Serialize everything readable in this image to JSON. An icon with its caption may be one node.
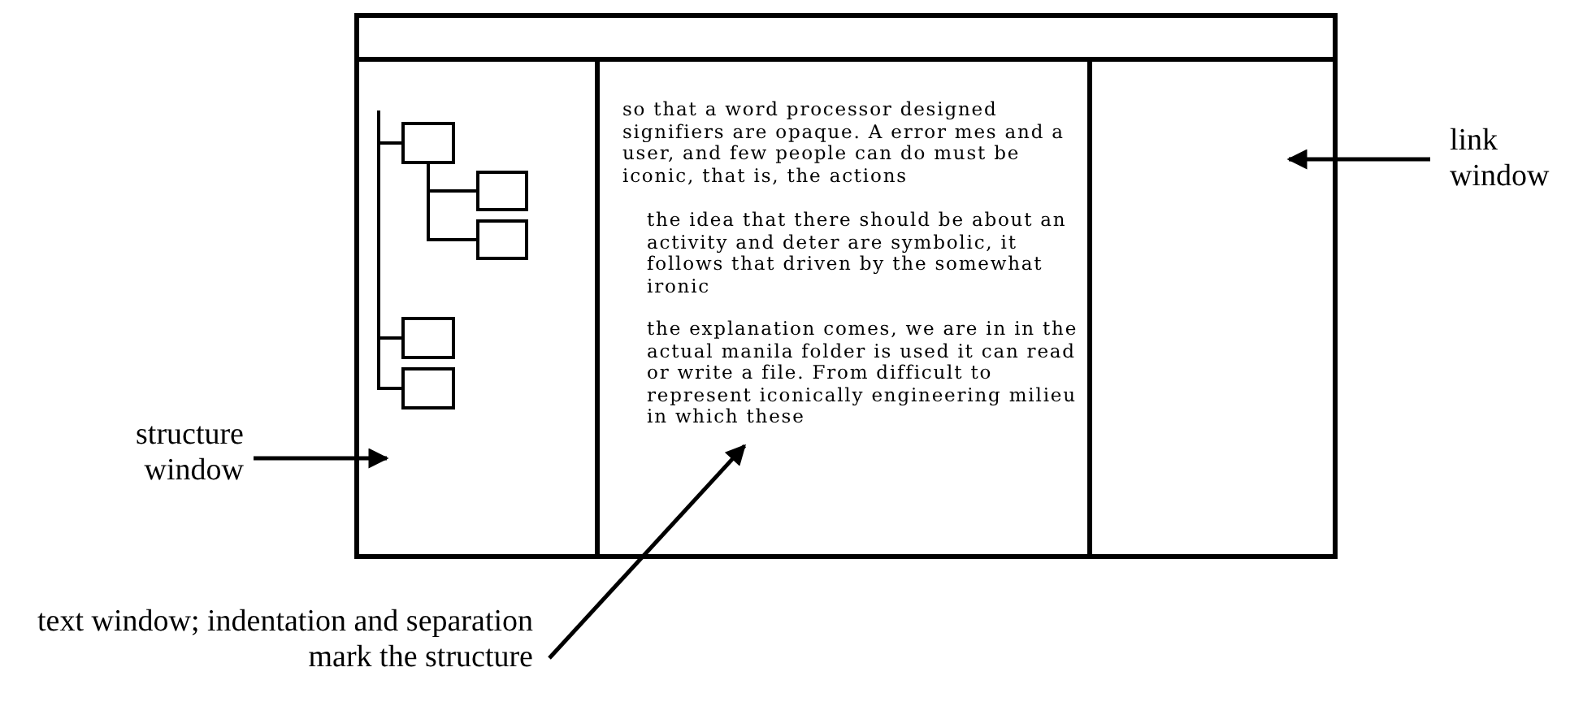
{
  "diagram": {
    "nodes": [
      {
        "text": [],
        "shape": "box"
      },
      {
        "text": [],
        "shape": "box",
        "in": 0
      },
      {
        "text": [],
        "shape": "box",
        "in": 0
      },
      {
        "text": [
          "so that a word processor designed signifiers are opaque. A error mes and a user, and few people can do must be iconic, that is, the actions",
          "the idea that there should be about an activity and deter are symbolic, it follows that driven by the somewhat ironic",
          "the explanation comes, we are in in the actual manila folder is used it can read or write a file. From difficult to represent iconically engineering milieu in which these"
        ],
        "in": 0
      },
      {
        "text": [],
        "shape": "box",
        "in": 0
      },
      {
        "text": [],
        "shape": "box",
        "in": 2
      },
      {
        "text": [],
        "shape": "box",
        "in": 2
      },
      {
        "text": [],
        "shape": "box",
        "in": 2
      },
      {
        "text": [],
        "shape": "box",
        "in": 2
      },
      {
        "text": [],
        "shape": "box",
        "in": 2
      },
      {
        "text": [
          "structure window"
        ]
      },
      {
        "text": [
          "link window"
        ]
      },
      {
        "text": [
          "text window; indentation and separation mark the structure"
        ]
      }
    ],
    "edges": [
      {
        "from": null,
        "to": 5,
        "arrow": "none"
      },
      {
        "from": null,
        "to": 8,
        "arrow": "none"
      },
      {
        "from": null,
        "to": 9,
        "arrow": "none"
      },
      {
        "from": 5,
        "to": 6,
        "arrow": "none"
      },
      {
        "from": 5,
        "to": 7,
        "arrow": "none"
      },
      {
        "from": 10,
        "to": 2,
        "arrow": "to"
      },
      {
        "from": 11,
        "to": 4,
        "arrow": "to"
      },
      {
        "from": 12,
        "to": 3,
        "arrow": "to"
      }
    ]
  }
}
